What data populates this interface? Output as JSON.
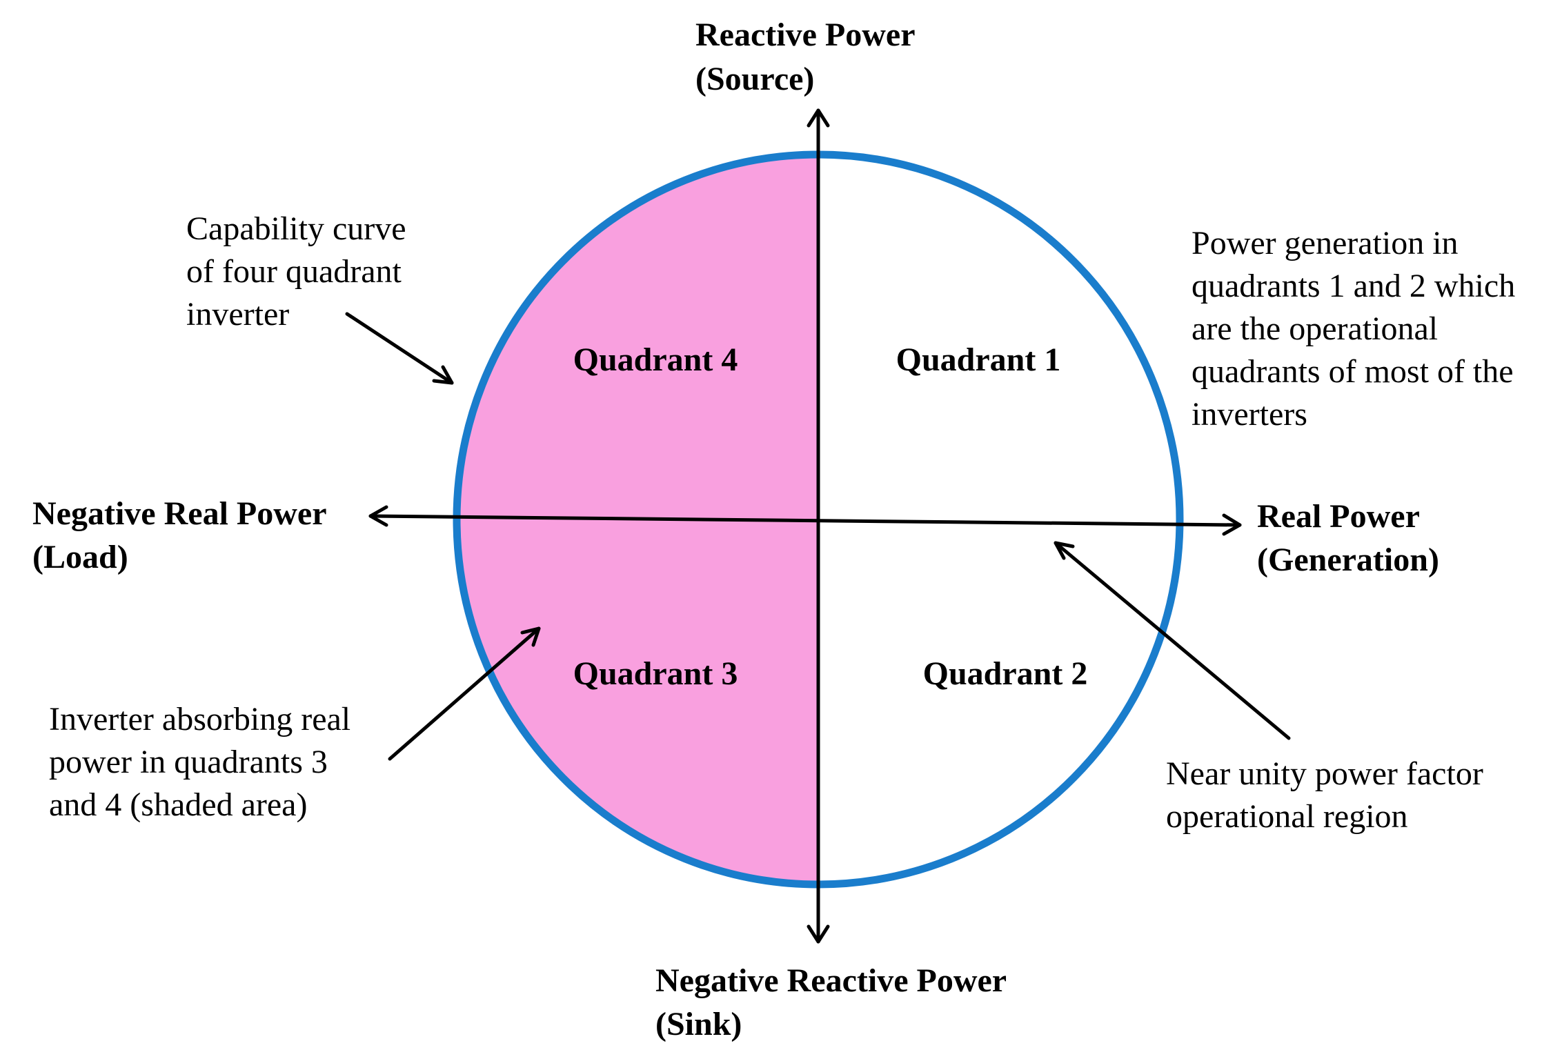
{
  "colors": {
    "circle_stroke": "#1a7dcc",
    "shaded_fill": "#f9a0df",
    "axis": "#000000"
  },
  "axes": {
    "up": [
      "Reactive Power",
      "(Source)"
    ],
    "down": [
      "Negative Reactive Power",
      "(Sink)"
    ],
    "left": [
      "Negative Real Power",
      "(Load)"
    ],
    "right": [
      "Real Power",
      "(Generation)"
    ]
  },
  "quadrants": {
    "q1": "Quadrant 1",
    "q2": "Quadrant 2",
    "q3": "Quadrant 3",
    "q4": "Quadrant 4"
  },
  "notes": {
    "capability": [
      "Capability curve",
      "of four quadrant",
      "inverter"
    ],
    "generation": [
      "Power generation in",
      "quadrants 1 and 2 which",
      "are the operational",
      "quadrants of most of the",
      "inverters"
    ],
    "absorbing": [
      "Inverter absorbing real",
      "power in quadrants 3",
      "and 4 (shaded area)"
    ],
    "unity": [
      "Near unity power factor",
      "operational region"
    ]
  }
}
